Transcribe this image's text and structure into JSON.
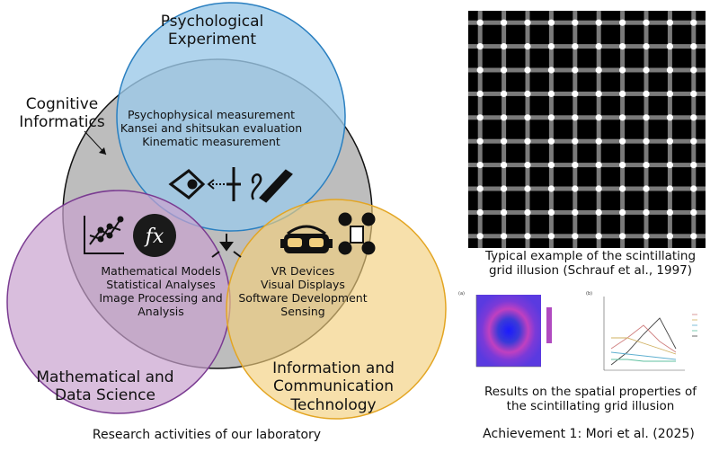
{
  "diagram": {
    "circles": {
      "psychological": {
        "title": "Psychological\nExperiment",
        "fill": "#a8d2ec",
        "stroke": "#2a7fc0"
      },
      "cognitive": {
        "title": "Cognitive\nInformatics",
        "fill": "#b8b8b8",
        "stroke": "#111111"
      },
      "math": {
        "title": "Mathematical and\nData Science",
        "fill": "#d8b9dc",
        "stroke": "#7a3b91"
      },
      "ict": {
        "title": "Information and\nCommunication\nTechnology",
        "fill": "#f6dca0",
        "stroke": "#e3a522"
      }
    },
    "center_items": [
      "Psychophysical measurement",
      "Kansei and shitsukan evaluation",
      "Kinematic measurement"
    ],
    "math_items": [
      "Mathematical Models",
      "Statistical Analyses",
      "Image Processing and",
      "Analysis"
    ],
    "ict_items": [
      "VR Devices",
      "Visual Displays",
      "Software Development",
      "Sensing"
    ],
    "caption": "Research activities of our laboratory"
  },
  "right_panel": {
    "grid_caption": [
      "Typical example of the scintillating",
      "grid illusion (Schrauf et al., 1997)"
    ],
    "results_caption": [
      "Results on the spatial properties of",
      "the scintillating grid illusion"
    ],
    "achievement": "Achievement 1: Mori et al. (2025)",
    "panel_a_label": "(a)",
    "panel_b_label": "(b)",
    "icon_fx": "fx"
  }
}
